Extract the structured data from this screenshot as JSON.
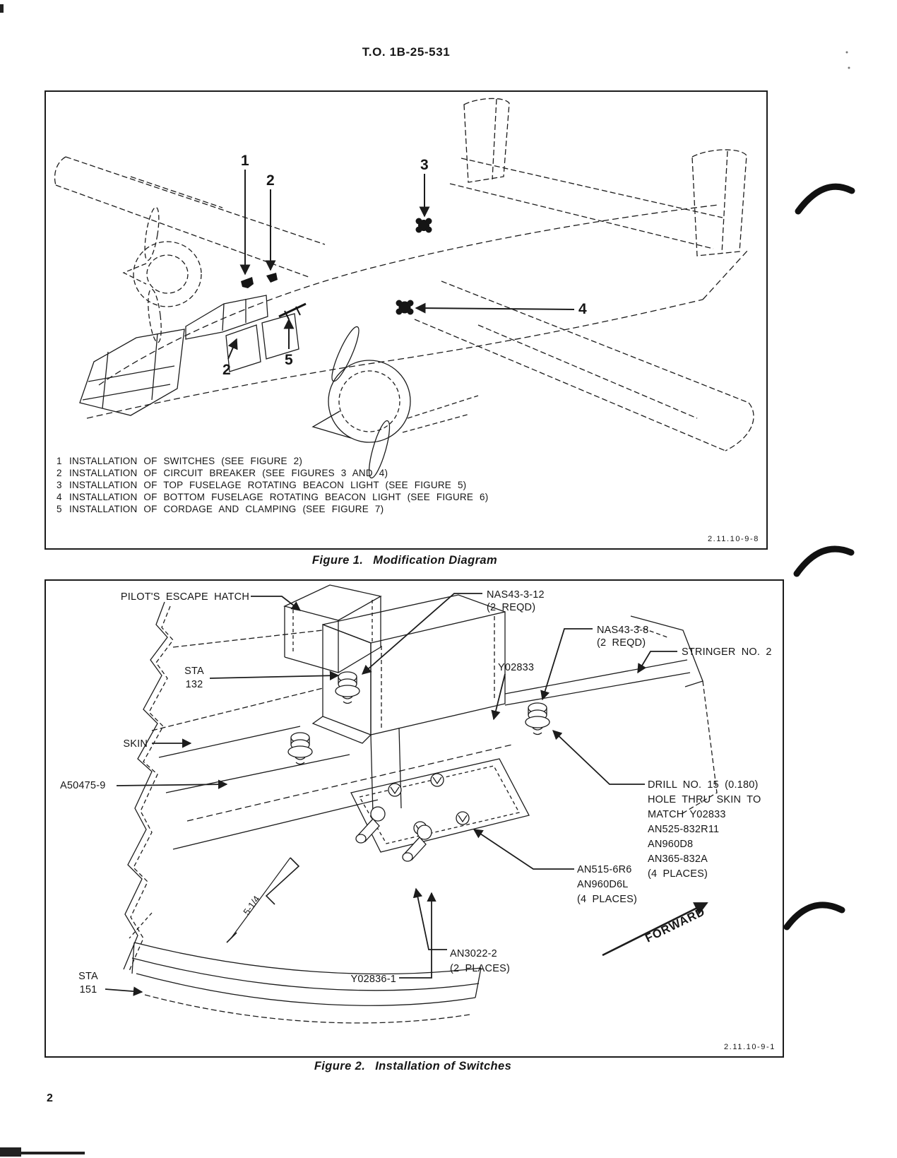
{
  "page": {
    "header_title": "T.O. 1B-25-531",
    "page_number": "2"
  },
  "figure1": {
    "caption_figure": "Figure 1.",
    "caption_title": "Modification Diagram",
    "ref_code": "2.11.10-9-8",
    "callouts": {
      "c1": "1",
      "c2_top": "2",
      "c3": "3",
      "c4": "4",
      "c5": "5",
      "c2_bottom": "2"
    },
    "legend": [
      {
        "num": "1",
        "text": "INSTALLATION OF SWITCHES (SEE FIGURE 2)"
      },
      {
        "num": "2",
        "text": "INSTALLATION OF CIRCUIT BREAKER (SEE FIGURES 3 AND 4)"
      },
      {
        "num": "3",
        "text": "INSTALLATION OF TOP FUSELAGE ROTATING BEACON LIGHT (SEE FIGURE 5)"
      },
      {
        "num": "4",
        "text": "INSTALLATION OF BOTTOM FUSELAGE ROTATING BEACON LIGHT (SEE FIGURE 6)"
      },
      {
        "num": "5",
        "text": "INSTALLATION OF CORDAGE AND CLAMPING (SEE FIGURE 7)"
      }
    ]
  },
  "figure2": {
    "caption_figure": "Figure 2.",
    "caption_title": "Installation of Switches",
    "ref_code": "2.11.10-9-1",
    "labels": {
      "pilots_escape_hatch": "PILOT'S ESCAPE HATCH",
      "nas43_3_12": "NAS43-3-12",
      "nas43_3_12_qty": "(2 REQD)",
      "nas43_3_8": "NAS43-3-8",
      "nas43_3_8_qty": "(2 REQD)",
      "stringer_no_2": "STRINGER NO. 2",
      "y02833": "Y02833",
      "sta_132_line1": "STA",
      "sta_132_line2": "132",
      "skin": "SKIN",
      "a50475_9": "A50475-9",
      "drill_note_lines": [
        "DRILL NO. 15 (0.180)",
        "HOLE THRU SKIN TO",
        "MATCH Y02833",
        "AN525-832R11",
        "AN960D8",
        "AN365-832A",
        "(4 PLACES)"
      ],
      "an515_lines": [
        "AN515-6R6",
        "AN960D6L",
        "(4 PLACES)"
      ],
      "an3022_line1": "AN3022-2",
      "an3022_line2": "(2 PLACES)",
      "y02836_1": "Y02836-1",
      "sta_151_line1": "STA",
      "sta_151_line2": "151",
      "forward": "FORWARD",
      "dim_5_1_4": "5-1/4"
    }
  }
}
